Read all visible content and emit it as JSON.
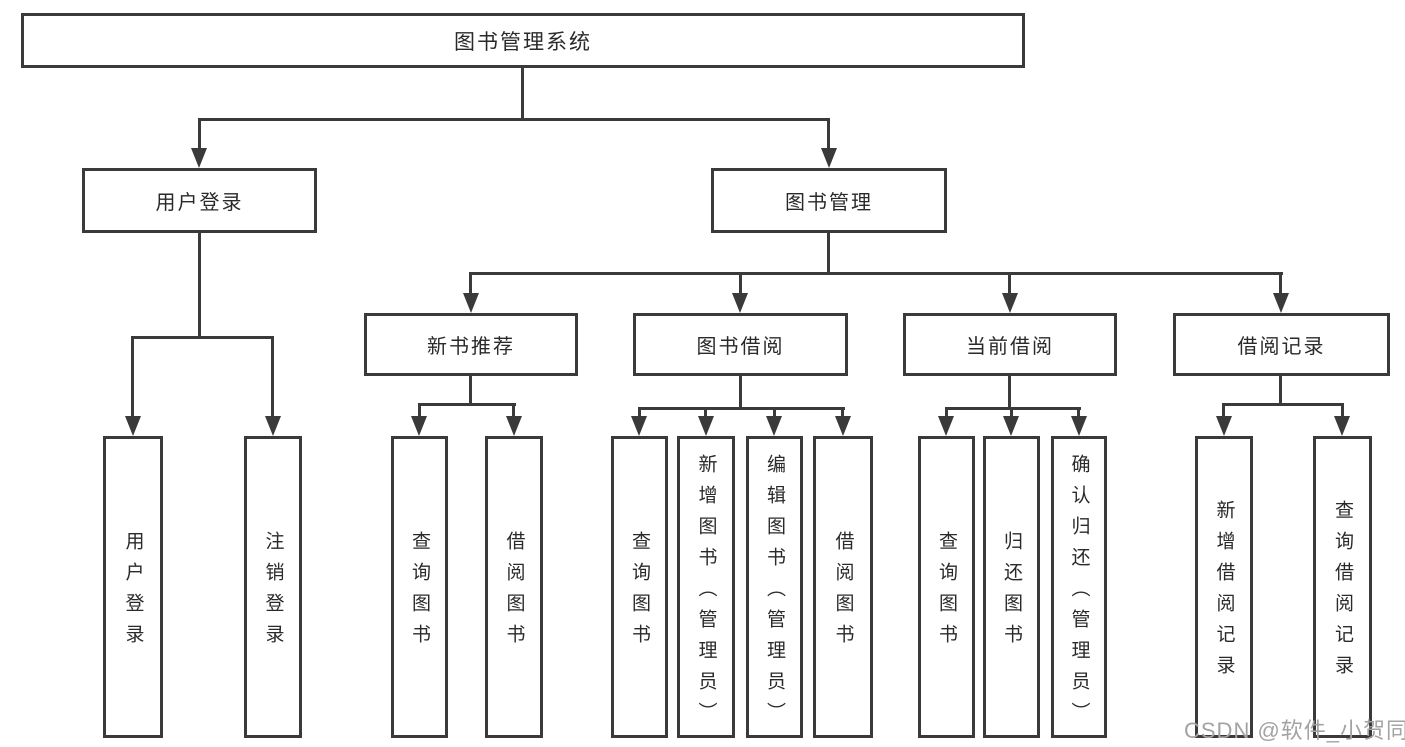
{
  "diagram": {
    "root": {
      "label": "图书管理系统"
    },
    "branches": [
      {
        "label": "用户登录",
        "children": [
          {
            "label": "用户登录"
          },
          {
            "label": "注销登录"
          }
        ]
      },
      {
        "label": "图书管理",
        "children": [
          {
            "label": "新书推荐",
            "children": [
              {
                "label": "查询图书"
              },
              {
                "label": "借阅图书"
              }
            ]
          },
          {
            "label": "图书借阅",
            "children": [
              {
                "label": "查询图书"
              },
              {
                "label": "新增图书（管理员）"
              },
              {
                "label": "编辑图书（管理员）"
              },
              {
                "label": "借阅图书"
              }
            ]
          },
          {
            "label": "当前借阅",
            "children": [
              {
                "label": "查询图书"
              },
              {
                "label": "归还图书"
              },
              {
                "label": "确认归还（管理员）"
              }
            ]
          },
          {
            "label": "借阅记录",
            "children": [
              {
                "label": "新增借阅记录"
              },
              {
                "label": "查询借阅记录"
              }
            ]
          }
        ]
      }
    ]
  },
  "watermark": {
    "text": "CSDN @软件_小贺同学"
  },
  "colors": {
    "line": "#3a3a3a",
    "text": "#2a2a2a",
    "watermark": "#a3a3a3",
    "background": "#ffffff"
  }
}
